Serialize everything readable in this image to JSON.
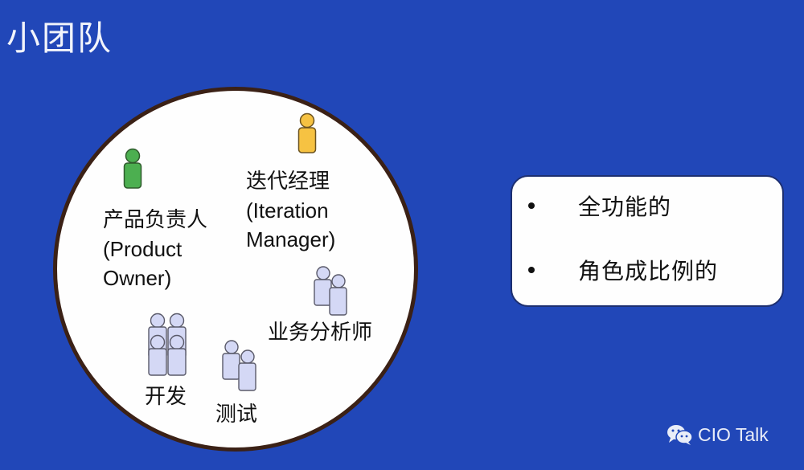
{
  "slide": {
    "title": "小团队",
    "background_color": "#2147b8"
  },
  "team_circle": {
    "border_color": "#3b2116",
    "fill_color": "#fefefe",
    "roles": [
      {
        "id": "product-owner",
        "label_zh": "产品负责人",
        "label_en_line1": "(Product",
        "label_en_line2": "Owner)",
        "icon": "single-person-icon",
        "icon_color": "#4caf50",
        "count": 1
      },
      {
        "id": "iteration-manager",
        "label_zh": "迭代经理",
        "label_en_line1": "(Iteration",
        "label_en_line2": "Manager)",
        "icon": "single-person-icon",
        "icon_color": "#f6c242",
        "count": 1
      },
      {
        "id": "business-analyst",
        "label_zh": "业务分析师",
        "icon": "two-people-icon",
        "icon_color": "#d4d8f5",
        "count": 2
      },
      {
        "id": "developers",
        "label_zh": "开发",
        "icon": "four-people-icon",
        "icon_color": "#d4d8f5",
        "count": 4
      },
      {
        "id": "testers",
        "label_zh": "测试",
        "icon": "two-people-icon",
        "icon_color": "#d4d8f5",
        "count": 2
      }
    ]
  },
  "info_box": {
    "bullets": [
      {
        "text": "全功能的"
      },
      {
        "text": "角色成比例的"
      }
    ]
  },
  "watermark": {
    "icon": "wechat-icon",
    "text": "CIO Talk"
  }
}
